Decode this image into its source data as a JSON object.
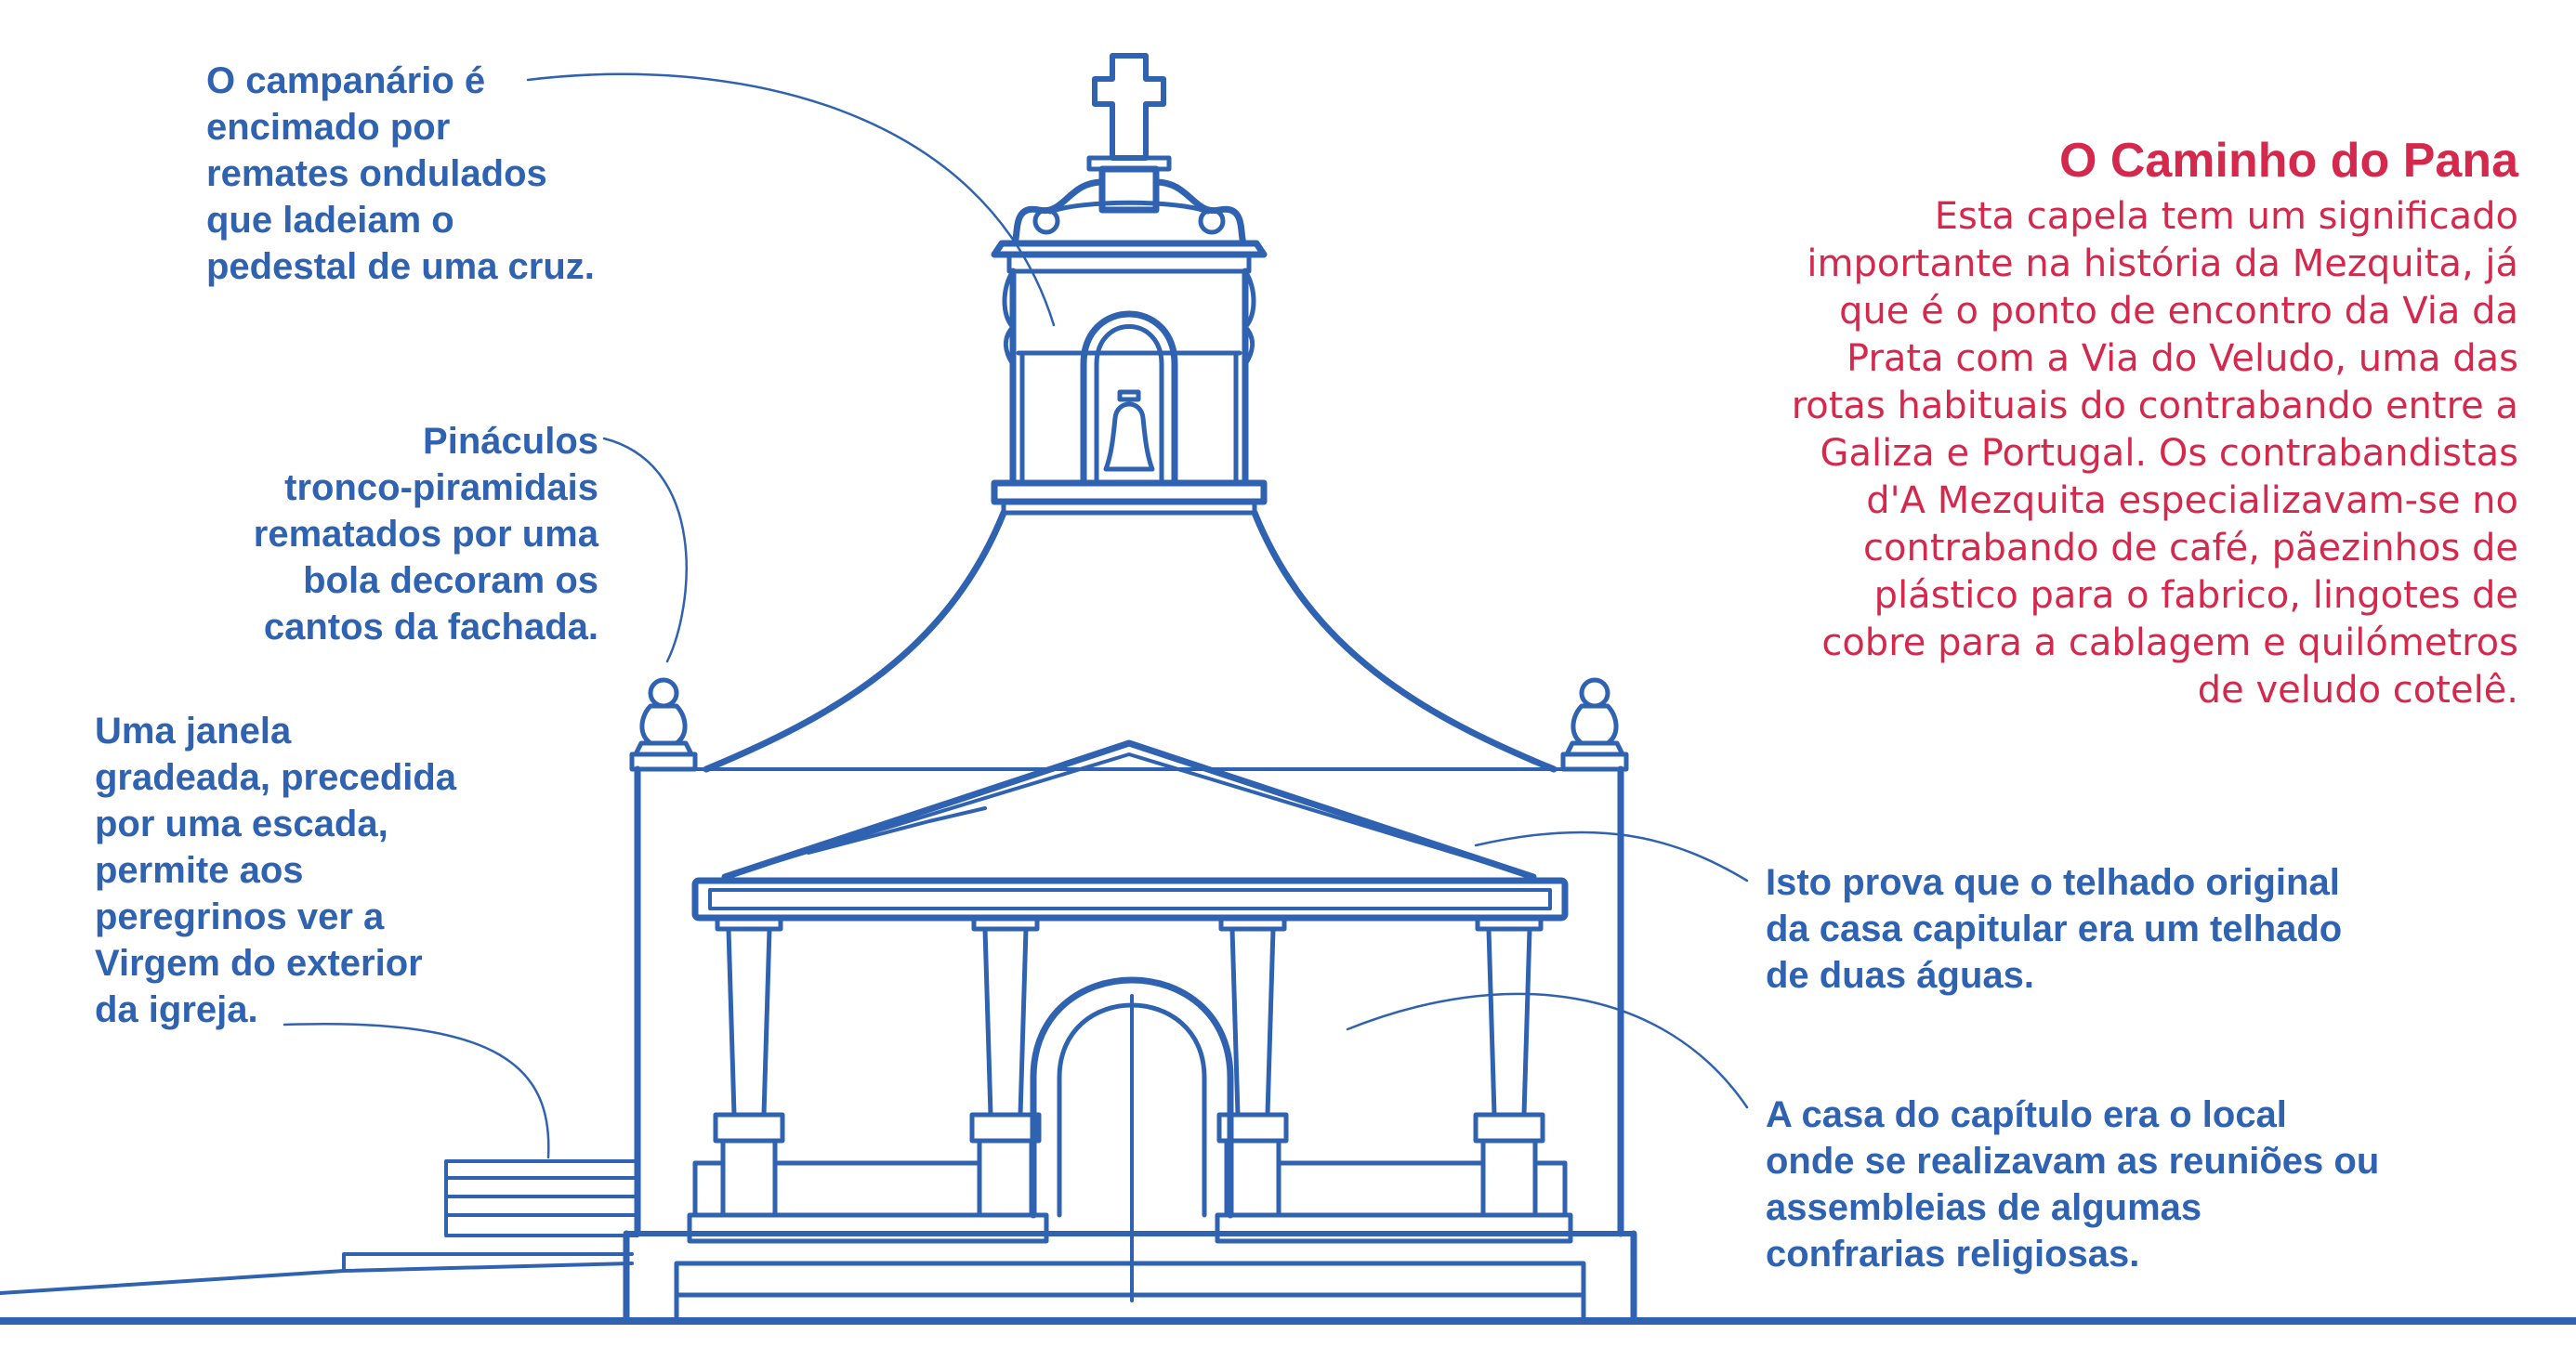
{
  "annotations": {
    "bell_tower": "O campanário é\nencimado por\nremates ondulados\nque ladeiam o\npedestal de uma cruz.",
    "pinnacles": "Pináculos\ntronco-piramidais\nrematados por uma\nbola decoram os\ncantos da fachada.",
    "window": "Uma janela\ngradeada, precedida\npor uma escada,\npermite aos\nperegrinos ver a\nVirgem do exterior\nda igreja.",
    "roof": "Isto prova que o telhado original\nda casa capitular era um telhado\nde duas águas.",
    "chapter_house": "A casa do capítulo era o local\nonde se realizavam as reuniões ou\nassembleias de algumas\nconfrarias religiosas."
  },
  "info": {
    "title": "O Caminho do Pana",
    "body": "Esta capela tem um significado\nimportante na história da Mezquita, já\nque é o ponto de encontro da Via da\nPrata com a Via do Veludo, uma das\nrotas habituais do contrabando entre a\nGaliza e Portugal. Os contrabandistas\nd'A Mezquita especializavam-se no\ncontrabando de café, pãezinhos de\nplástico para o fabrico, lingotes de\ncobre para a cablagem e quilómetros\nde veludo cotelê."
  },
  "colors": {
    "line": "#2f62b0",
    "annotation_text": "#2f62b0",
    "info_text": "#d4294d",
    "background": "#ffffff"
  }
}
